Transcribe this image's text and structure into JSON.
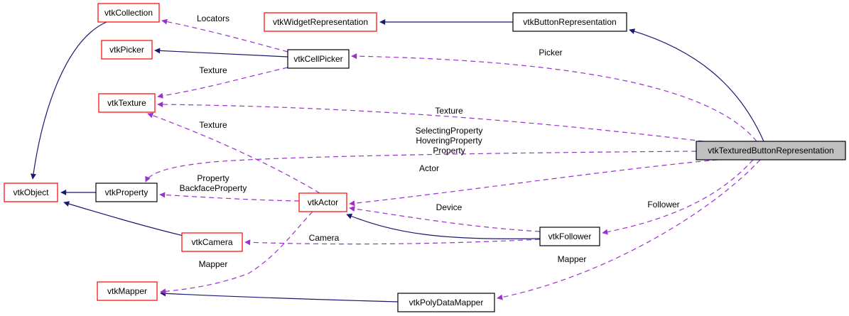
{
  "diagram": {
    "title": "vtkTexturedButtonRepresentation collaboration graph",
    "colors": {
      "inheritance_edge": "#191970",
      "usage_edge": "#9a32cd",
      "undocumented_border": "#ff0000",
      "documented_border": "#000000",
      "focus_fill": "#bfbfbf",
      "node_fill": "#ffffff"
    },
    "nodes": [
      {
        "id": "vtkCollection",
        "label": "vtkCollection",
        "style": "undocumented"
      },
      {
        "id": "vtkWidgetRepresentation",
        "label": "vtkWidgetRepresentation",
        "style": "undocumented"
      },
      {
        "id": "vtkButtonRepresentation",
        "label": "vtkButtonRepresentation",
        "style": "documented"
      },
      {
        "id": "vtkPicker",
        "label": "vtkPicker",
        "style": "undocumented"
      },
      {
        "id": "vtkCellPicker",
        "label": "vtkCellPicker",
        "style": "documented"
      },
      {
        "id": "vtkTexture",
        "label": "vtkTexture",
        "style": "undocumented"
      },
      {
        "id": "vtkTexturedButtonRepresentation",
        "label": "vtkTexturedButtonRepresentation",
        "style": "focus"
      },
      {
        "id": "vtkObject",
        "label": "vtkObject",
        "style": "undocumented"
      },
      {
        "id": "vtkProperty",
        "label": "vtkProperty",
        "style": "documented"
      },
      {
        "id": "vtkActor",
        "label": "vtkActor",
        "style": "undocumented"
      },
      {
        "id": "vtkCamera",
        "label": "vtkCamera",
        "style": "undocumented"
      },
      {
        "id": "vtkFollower",
        "label": "vtkFollower",
        "style": "documented"
      },
      {
        "id": "vtkMapper",
        "label": "vtkMapper",
        "style": "undocumented"
      },
      {
        "id": "vtkPolyDataMapper",
        "label": "vtkPolyDataMapper",
        "style": "documented"
      }
    ],
    "edges": [
      {
        "from": "vtkCollection",
        "to": "vtkObject",
        "kind": "inheritance",
        "label": ""
      },
      {
        "from": "vtkButtonRepresentation",
        "to": "vtkWidgetRepresentation",
        "kind": "inheritance",
        "label": ""
      },
      {
        "from": "vtkTexturedButtonRepresentation",
        "to": "vtkButtonRepresentation",
        "kind": "inheritance",
        "label": ""
      },
      {
        "from": "vtkCellPicker",
        "to": "vtkPicker",
        "kind": "inheritance",
        "label": ""
      },
      {
        "from": "vtkProperty",
        "to": "vtkObject",
        "kind": "inheritance",
        "label": ""
      },
      {
        "from": "vtkCamera",
        "to": "vtkObject",
        "kind": "inheritance",
        "label": ""
      },
      {
        "from": "vtkFollower",
        "to": "vtkActor",
        "kind": "inheritance",
        "label": ""
      },
      {
        "from": "vtkPolyDataMapper",
        "to": "vtkMapper",
        "kind": "inheritance",
        "label": ""
      },
      {
        "from": "vtkCellPicker",
        "to": "vtkCollection",
        "kind": "usage",
        "label": "Locators"
      },
      {
        "from": "vtkCellPicker",
        "to": "vtkTexture",
        "kind": "usage",
        "label": "Texture"
      },
      {
        "from": "vtkTexturedButtonRepresentation",
        "to": "vtkCellPicker",
        "kind": "usage",
        "label": "Picker"
      },
      {
        "from": "vtkTexturedButtonRepresentation",
        "to": "vtkTexture",
        "kind": "usage",
        "label": "Texture"
      },
      {
        "from": "vtkActor",
        "to": "vtkTexture",
        "kind": "usage",
        "label": "Texture"
      },
      {
        "from": "vtkTexturedButtonRepresentation",
        "to": "vtkProperty",
        "kind": "usage",
        "label": "SelectingProperty\nHoveringProperty\nProperty"
      },
      {
        "from": "vtkActor",
        "to": "vtkProperty",
        "kind": "usage",
        "label": "Property\nBackfaceProperty"
      },
      {
        "from": "vtkTexturedButtonRepresentation",
        "to": "vtkActor",
        "kind": "usage",
        "label": "Actor"
      },
      {
        "from": "vtkFollower",
        "to": "vtkActor",
        "kind": "usage",
        "label": "Device"
      },
      {
        "from": "vtkFollower",
        "to": "vtkCamera",
        "kind": "usage",
        "label": "Camera"
      },
      {
        "from": "vtkTexturedButtonRepresentation",
        "to": "vtkFollower",
        "kind": "usage",
        "label": "Follower"
      },
      {
        "from": "vtkActor",
        "to": "vtkMapper",
        "kind": "usage",
        "label": "Mapper"
      },
      {
        "from": "vtkTexturedButtonRepresentation",
        "to": "vtkPolyDataMapper",
        "kind": "usage",
        "label": "Mapper"
      }
    ]
  }
}
